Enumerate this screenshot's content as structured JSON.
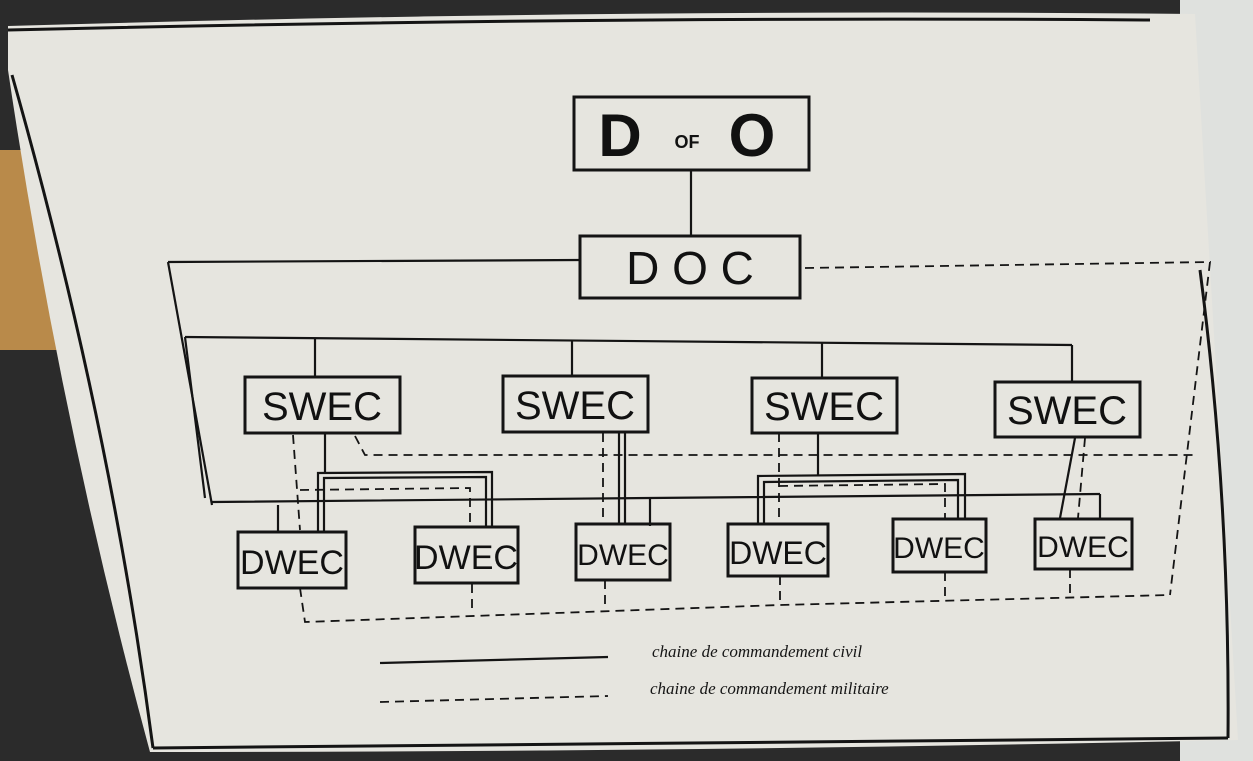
{
  "diagram": {
    "top": {
      "label_left": "D",
      "label_mid": "OF",
      "label_right": "O"
    },
    "doc": {
      "label": "D O C"
    },
    "swec": [
      {
        "label": "SWEC"
      },
      {
        "label": "SWEC"
      },
      {
        "label": "SWEC"
      },
      {
        "label": "SWEC"
      }
    ],
    "dwec": [
      {
        "label": "DWEC"
      },
      {
        "label": "DWEC"
      },
      {
        "label": "DWEC"
      },
      {
        "label": "DWEC"
      },
      {
        "label": "DWEC"
      },
      {
        "label": "DWEC"
      }
    ],
    "legend": {
      "civil": "chaine de commandement civil",
      "military": "chaine de commandement militaire"
    }
  },
  "colors": {
    "paper": "#e6e5df",
    "ink": "#141414",
    "background": "#2a2a2a",
    "wood": "#b98a4a"
  }
}
